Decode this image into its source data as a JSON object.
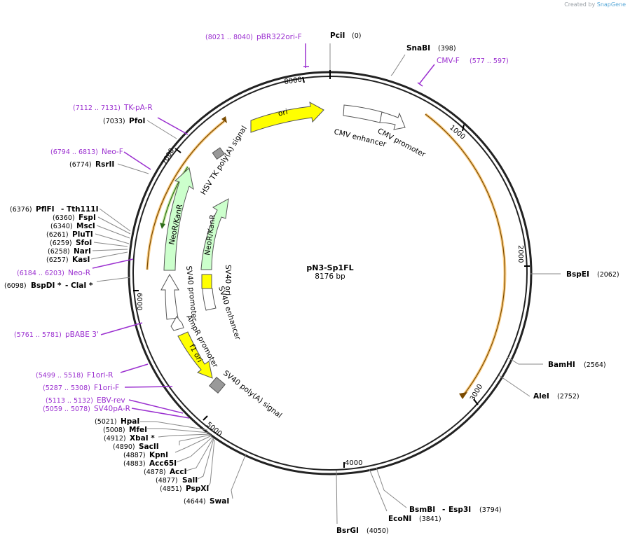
{
  "credit": {
    "prefix": "Created by",
    "brand": "SnapGene"
  },
  "plasmid": {
    "name": "pN3-Sp1FL",
    "size_label": "8176 bp",
    "length": 8176
  },
  "ticks": [
    "1000",
    "2000",
    "3000",
    "4000",
    "5000",
    "6000",
    "7000",
    "8000"
  ],
  "sites": [
    {
      "name": "PciI",
      "pos": "(0)"
    },
    {
      "name": "SnaBI",
      "pos": "(398)"
    },
    {
      "name": "BspEI",
      "pos": "(2062)"
    },
    {
      "name": "BamHI",
      "pos": "(2564)"
    },
    {
      "name": "AleI",
      "pos": "(2752)"
    },
    {
      "name": "BsmBI",
      "name2": "Esp3I",
      "pos": "(3794)"
    },
    {
      "name": "EcoNI",
      "pos": "(3841)"
    },
    {
      "name": "BsrGI",
      "pos": "(4050)"
    },
    {
      "name": "SwaI",
      "pos": "(4644)"
    },
    {
      "name": "PspXI",
      "pos": "(4851)"
    },
    {
      "name": "SalI",
      "pos": "(4877)"
    },
    {
      "name": "AccI",
      "pos": "(4878)"
    },
    {
      "name": "Acc65I",
      "pos": "(4883)"
    },
    {
      "name": "KpnI",
      "pos": "(4887)"
    },
    {
      "name": "SacII",
      "pos": "(4890)"
    },
    {
      "name": "XbaI *",
      "pos": "(4912)"
    },
    {
      "name": "MfeI",
      "pos": "(5008)"
    },
    {
      "name": "HpaI",
      "pos": "(5021)"
    },
    {
      "name": "BspDI *",
      "name2": "ClaI *",
      "pos": "(6098)"
    },
    {
      "name": "KasI",
      "pos": "(6257)"
    },
    {
      "name": "NarI",
      "pos": "(6258)"
    },
    {
      "name": "SfoI",
      "pos": "(6259)"
    },
    {
      "name": "PluTI",
      "pos": "(6261)"
    },
    {
      "name": "MscI",
      "pos": "(6340)"
    },
    {
      "name": "FspI",
      "pos": "(6360)"
    },
    {
      "name": "PflFI",
      "name2": "Tth111I",
      "pos": "(6376)"
    },
    {
      "name": "RsrII",
      "pos": "(6774)"
    },
    {
      "name": "PfoI",
      "pos": "(7033)"
    }
  ],
  "primers": [
    {
      "range": "(8021 .. 8040)",
      "name": "pBR322ori-F"
    },
    {
      "range": "(577 .. 597)",
      "name": "CMV-F"
    },
    {
      "range": "(7112 .. 7131)",
      "name": "TK-pA-R"
    },
    {
      "range": "(6794 .. 6813)",
      "name": "Neo-F"
    },
    {
      "range": "(6184 .. 6203)",
      "name": "Neo-R"
    },
    {
      "range": "(5761 .. 5781)",
      "name": "pBABE 3'"
    },
    {
      "range": "(5499 .. 5518)",
      "name": "F1ori-R"
    },
    {
      "range": "(5287 .. 5308)",
      "name": "F1ori-F"
    },
    {
      "range": "(5113 .. 5132)",
      "name": "EBV-rev"
    },
    {
      "range": "(5059 .. 5078)",
      "name": "SV40pA-R"
    }
  ],
  "features": [
    {
      "name": "ori",
      "color": "#ffff00"
    },
    {
      "name": "CMV enhancer",
      "color": "#ffffff"
    },
    {
      "name": "CMV promoter",
      "color": "#ffffff"
    },
    {
      "name": "HSV TK poly(A) signal",
      "color": "#999999"
    },
    {
      "name": "NeoR/KanR",
      "color": "#ccffcc"
    },
    {
      "name": "SV40 ori",
      "color": "#ffff00"
    },
    {
      "name": "SV40 enhancer",
      "color": "#ffffff"
    },
    {
      "name": "SV40 promoter",
      "color": "#ffffff"
    },
    {
      "name": "AmpR promoter",
      "color": "#ffffff"
    },
    {
      "name": "f1 ori",
      "color": "#ffff00"
    },
    {
      "name": "SV40 poly(A) signal",
      "color": "#999999"
    }
  ],
  "colors": {
    "primer": "#9b30d0",
    "orf_arc": "#f7a520",
    "orf_arc_green": "#3a8a20",
    "backbone": "#222222"
  }
}
